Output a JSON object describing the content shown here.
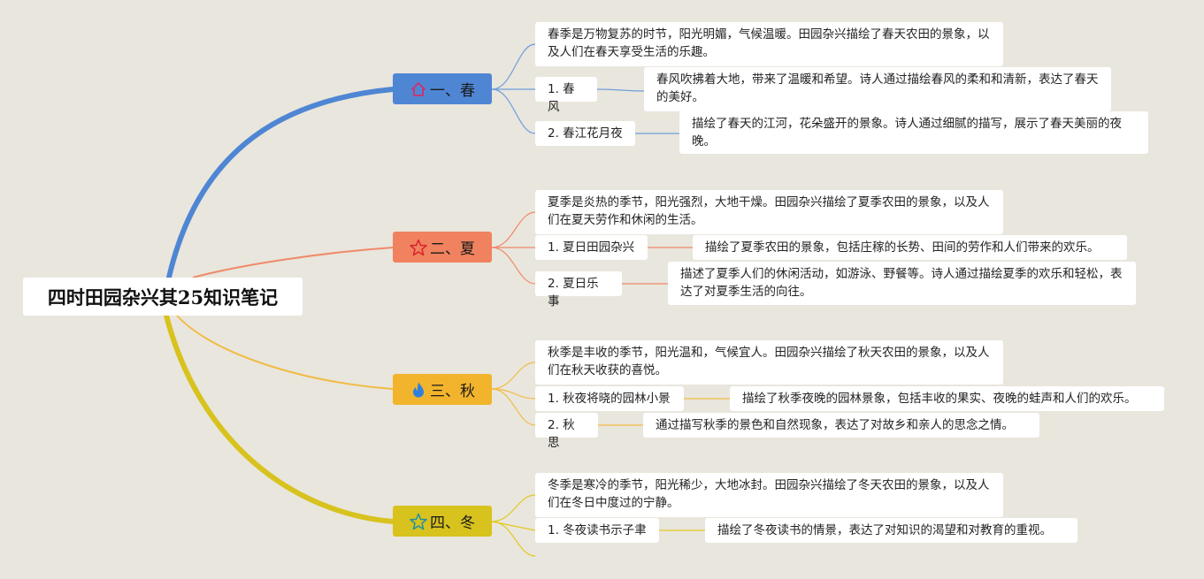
{
  "root": {
    "title": "四时田园杂兴其25知识笔记"
  },
  "branches": [
    {
      "label": "一、春",
      "color": "#4f86d4",
      "line_color": "#5b8fd6",
      "icon": "house-icon",
      "intro": "春季是万物复苏的时节，阳光明媚，气候温暖。田园杂兴描绘了春天农田的景象，以及人们在春天享受生活的乐趣。",
      "items": [
        {
          "title": "1. 春风",
          "desc": "春风吹拂着大地，带来了温暖和希望。诗人通过描绘春风的柔和和清新，表达了春天的美好。"
        },
        {
          "title": "2. 春江花月夜",
          "desc": "描绘了春天的江河，花朵盛开的景象。诗人通过细腻的描写，展示了春天美丽的夜晚。"
        }
      ]
    },
    {
      "label": "二、夏",
      "color": "#f0825f",
      "line_color": "#ef8a6a",
      "icon": "star-icon",
      "intro": "夏季是炎热的季节，阳光强烈，大地干燥。田园杂兴描绘了夏季农田的景象，以及人们在夏天劳作和休闲的生活。",
      "items": [
        {
          "title": "1. 夏日田园杂兴",
          "desc": "描绘了夏季农田的景象，包括庄稼的长势、田间的劳作和人们带来的欢乐。"
        },
        {
          "title": "2. 夏日乐事",
          "desc": "描述了夏季人们的休闲活动，如游泳、野餐等。诗人通过描绘夏季的欢乐和轻松，表达了对夏季生活的向往。"
        }
      ]
    },
    {
      "label": "三、秋",
      "color": "#f2b42c",
      "line_color": "#f1bb46",
      "icon": "flame-icon",
      "intro": "秋季是丰收的季节，阳光温和，气候宜人。田园杂兴描绘了秋天农田的景象，以及人们在秋天收获的喜悦。",
      "items": [
        {
          "title": "1. 秋夜将晓的园林小景",
          "desc": "描绘了秋季夜晚的园林景象，包括丰收的果实、夜晚的蛙声和人们的欢乐。"
        },
        {
          "title": "2. 秋思",
          "desc": "通过描写秋季的景色和自然现象，表达了对故乡和亲人的思念之情。"
        }
      ]
    },
    {
      "label": "四、冬",
      "color": "#d8c21e",
      "line_color": "#e3c81e",
      "icon": "star-outline-icon",
      "intro": "冬季是寒冷的季节，阳光稀少，大地冰封。田园杂兴描绘了冬天农田的景象，以及人们在冬日中度过的宁静。",
      "items": [
        {
          "title": "1. 冬夜读书示子聿",
          "desc": "描绘了冬夜读书的情景，表达了对知识的渴望和对教育的重视。"
        }
      ]
    }
  ]
}
